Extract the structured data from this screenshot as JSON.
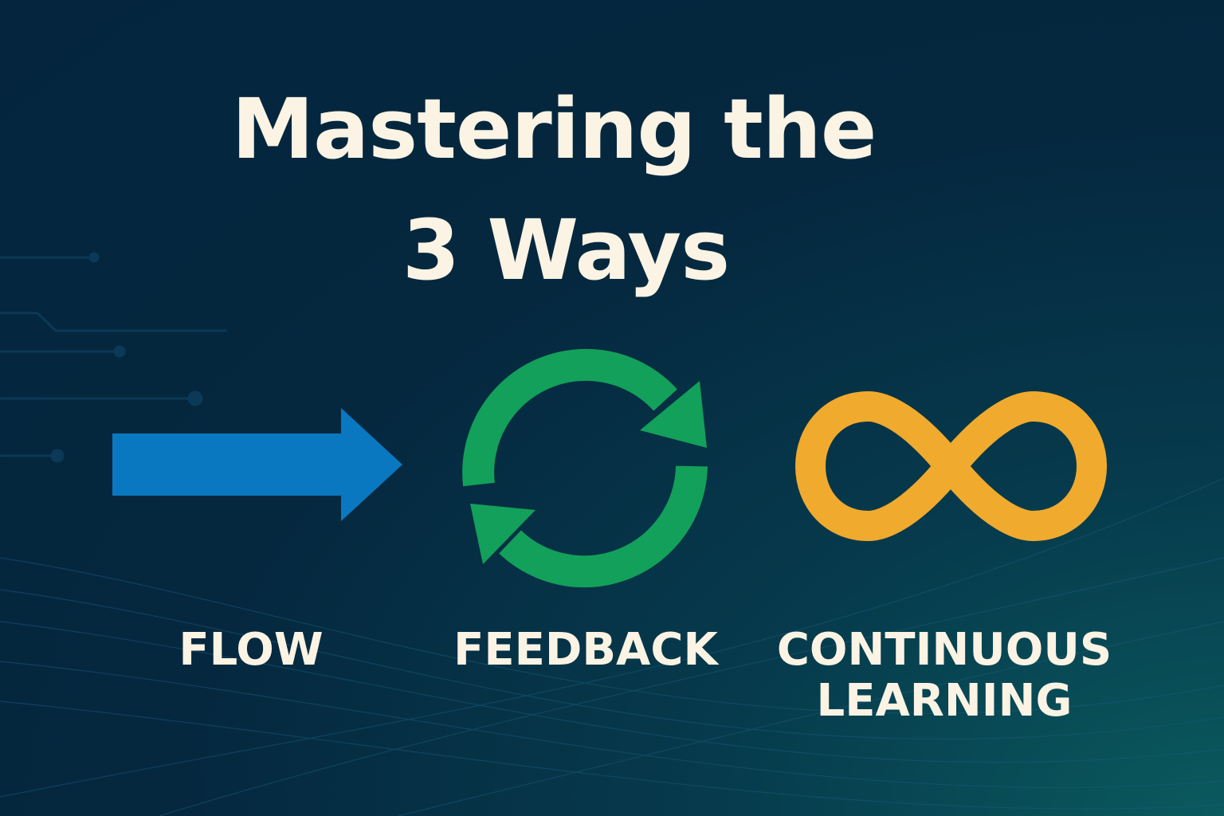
{
  "title": {
    "line1": "Mastering the",
    "line2": "3 Ways"
  },
  "ways": [
    {
      "label": "FLOW",
      "icon": "arrow-right-icon",
      "color": "#0a78c0"
    },
    {
      "label": "FEEDBACK",
      "icon": "refresh-cycle-icon",
      "color": "#13a05a"
    },
    {
      "label_line1": "CONTINUOUS",
      "label_line2": "LEARNING",
      "icon": "infinity-icon",
      "color": "#f0aa2e"
    }
  ]
}
